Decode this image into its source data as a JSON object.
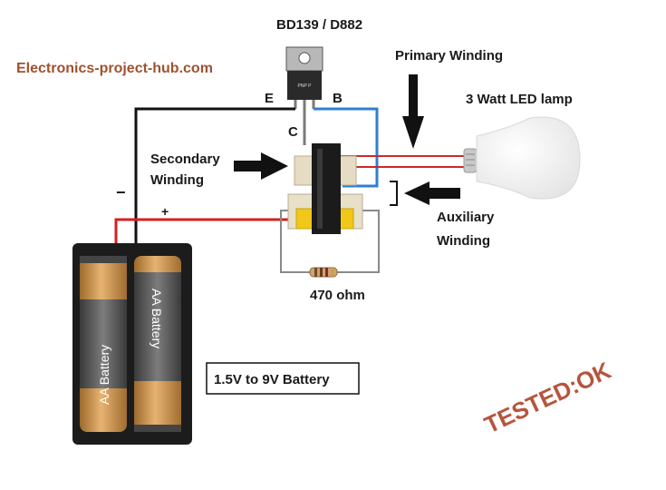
{
  "site_name": "Electronics-project-hub.com",
  "transistor": {
    "part": "BD139 / D882",
    "pin_e": "E",
    "pin_b": "B",
    "pin_c": "C",
    "marking": "PNP P"
  },
  "labels": {
    "primary_winding": "Primary Winding",
    "led_lamp": "3 Watt LED lamp",
    "secondary_line1": "Secondary",
    "secondary_line2": "Winding",
    "auxiliary_line1": "Auxiliary",
    "auxiliary_line2": "Winding",
    "resistor": "470 ohm",
    "battery_range": "1.5V to 9V Battery",
    "minus": "−",
    "plus": "+"
  },
  "battery": {
    "cell_label": "AA Battery"
  },
  "stamp": "TESTED:OK",
  "colors": {
    "site": "#a0522d",
    "stamp": "#b5563e",
    "wire_black": "#111111",
    "wire_red": "#d42020",
    "wire_blue": "#2f7fd0",
    "wire_gray": "#8a8a8a",
    "core_yellow": "#f2c818",
    "bobbin": "#e6dcc3",
    "battery_gold": "#d49a52",
    "battery_holder": "#1c1c1c"
  }
}
